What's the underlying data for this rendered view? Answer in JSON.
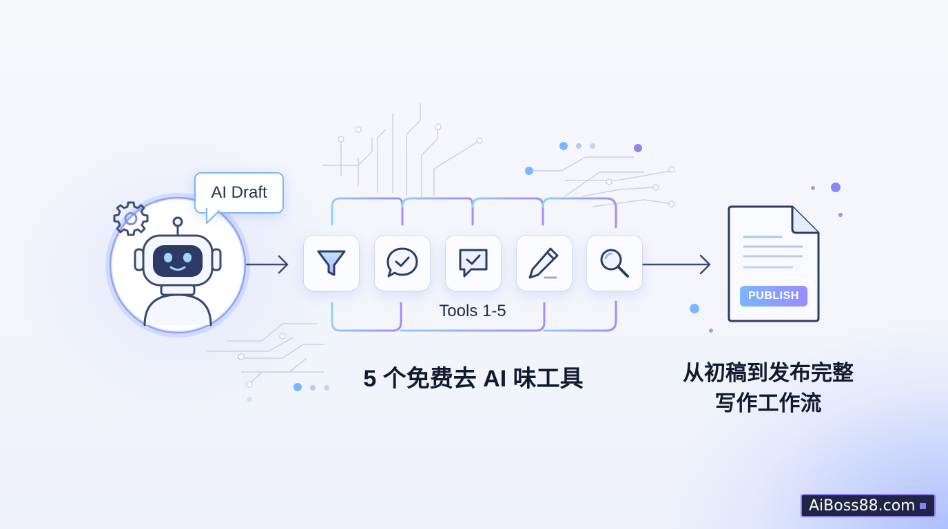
{
  "bubble": {
    "label": "AI Draft"
  },
  "tools": {
    "label": "Tools 1-5",
    "items": [
      {
        "icon": "funnel-icon"
      },
      {
        "icon": "chat-check-icon"
      },
      {
        "icon": "message-check-icon"
      },
      {
        "icon": "pencil-icon"
      },
      {
        "icon": "magnifier-icon"
      }
    ]
  },
  "title": "5 个免费去 AI 味工具",
  "workflow": {
    "line1": "从初稿到发布完整",
    "line2": "写作工作流"
  },
  "document": {
    "button": "PUBLISH"
  },
  "logo": {
    "text": "AiBoss88.com"
  },
  "colors": {
    "accent": "#7eb7f0",
    "purple": "#8d7dff",
    "ink": "#2a3a66"
  }
}
